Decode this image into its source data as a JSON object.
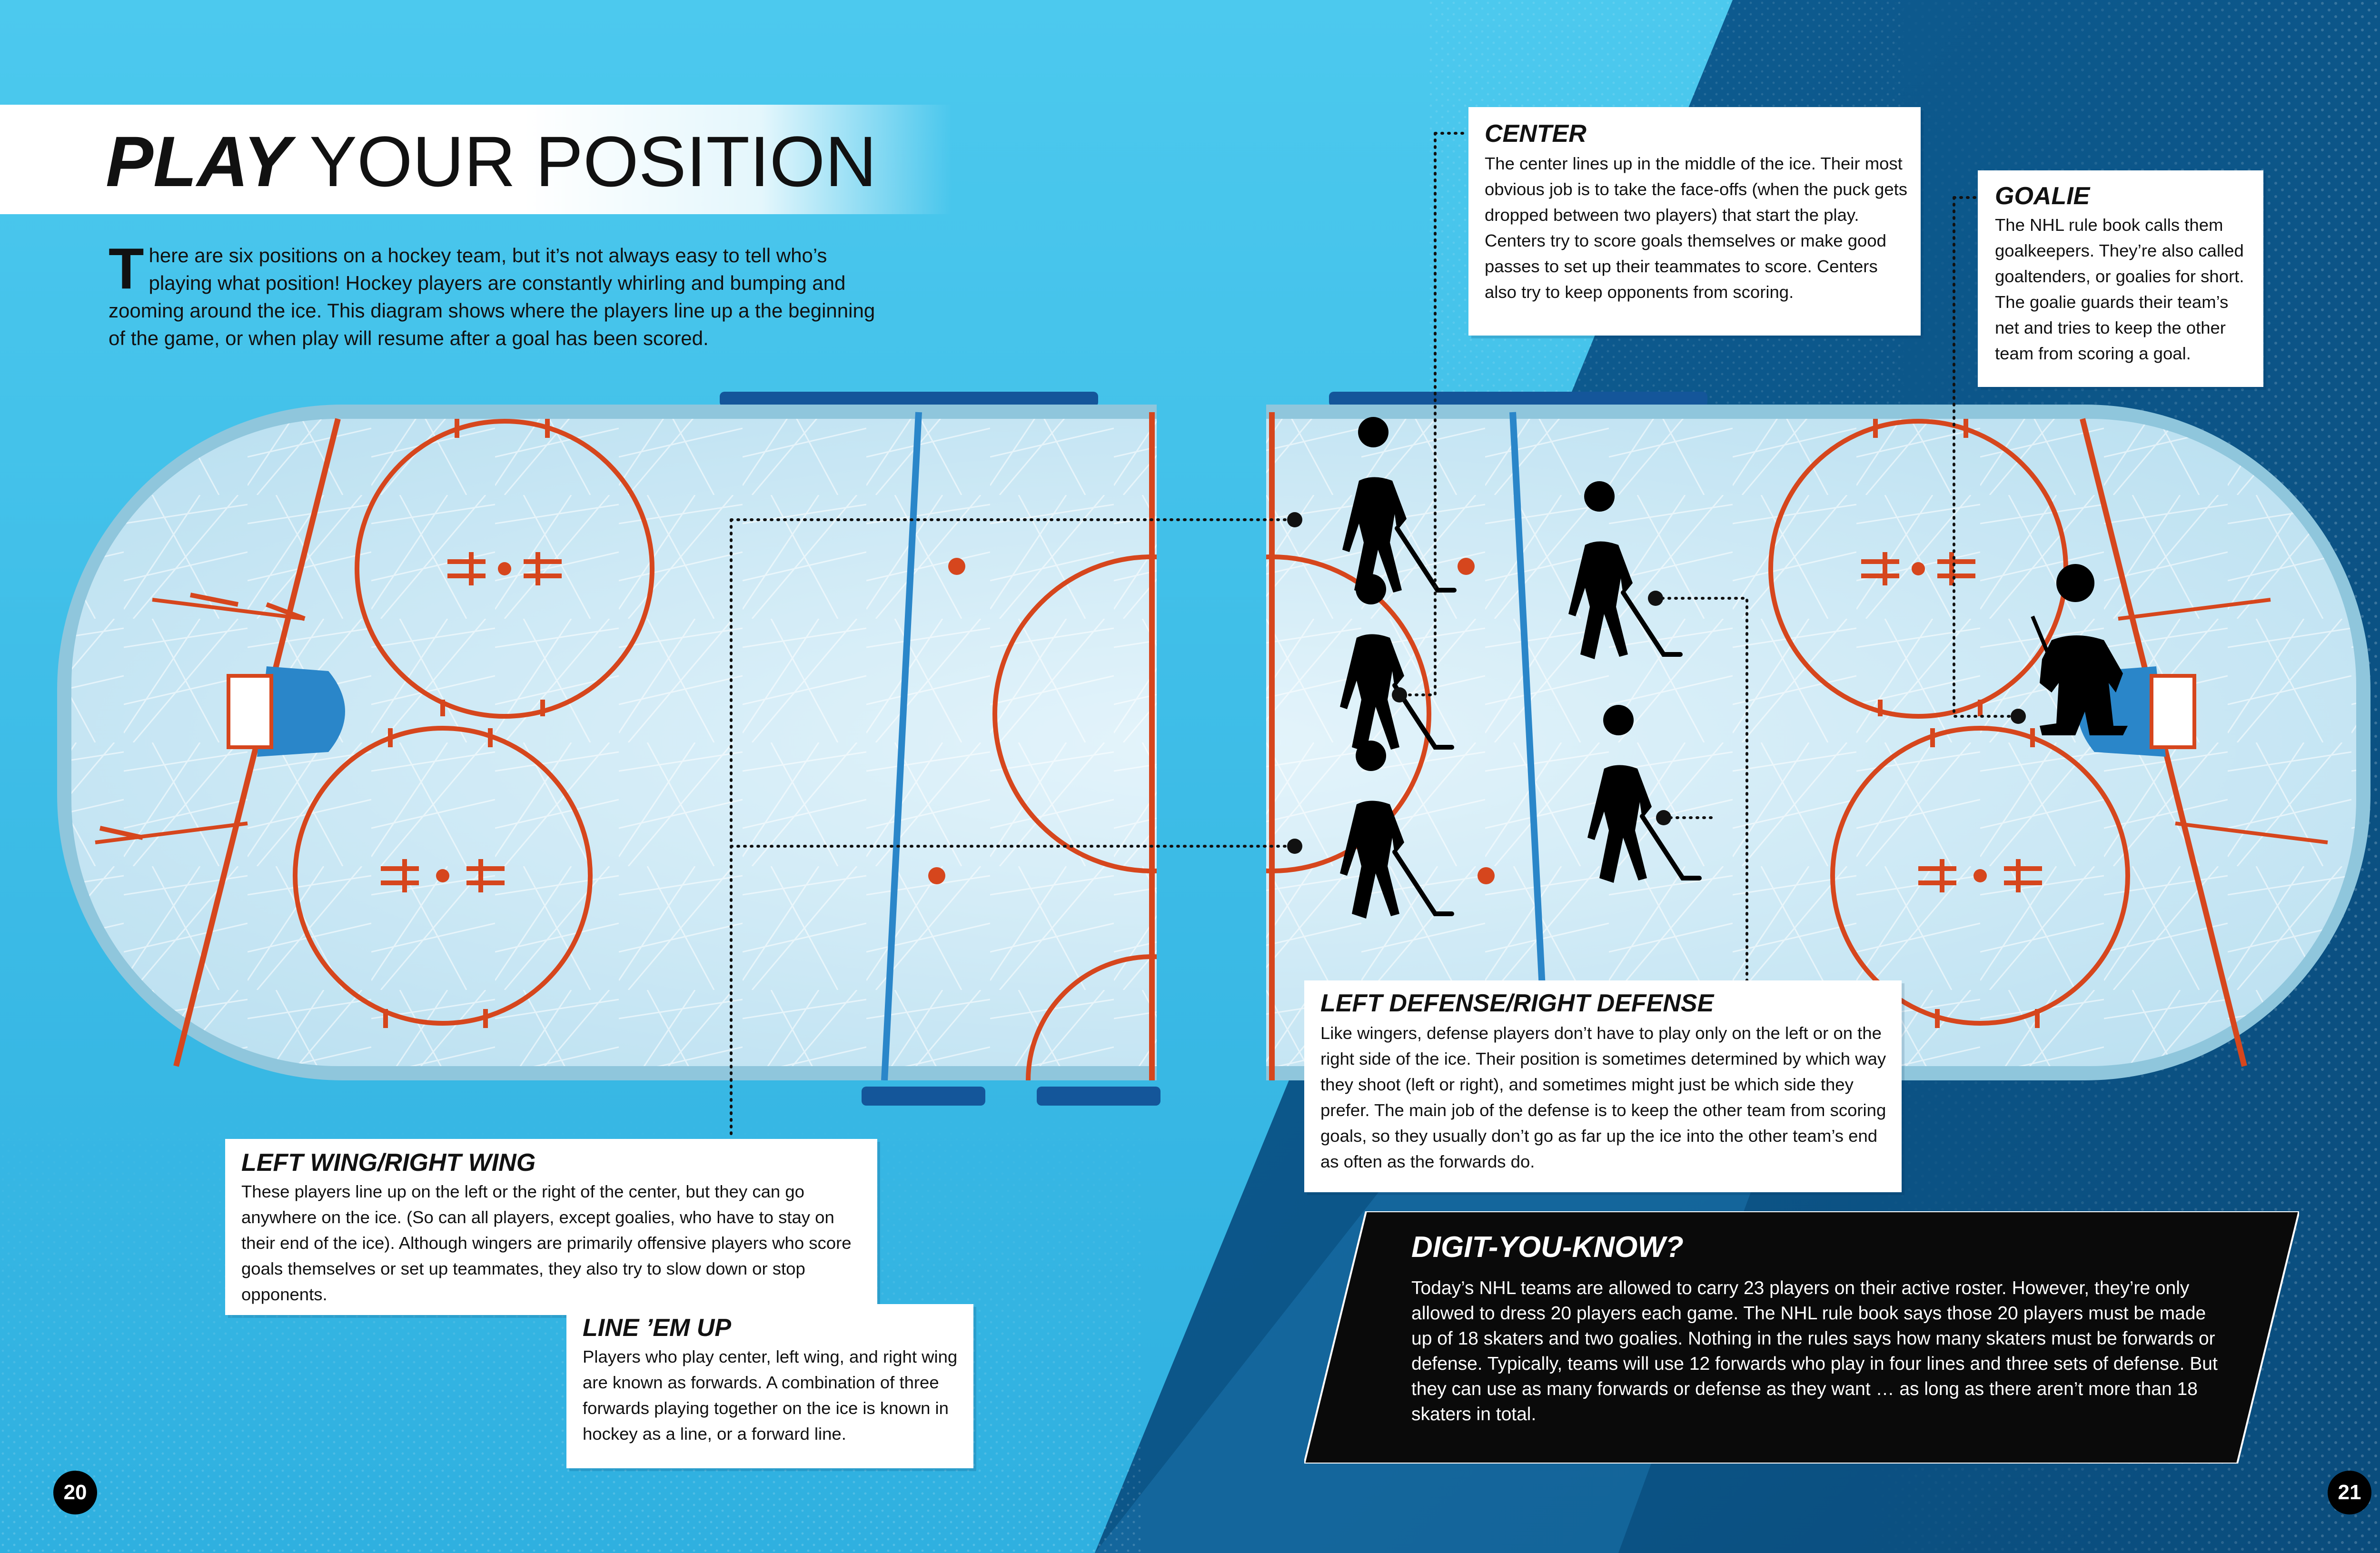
{
  "title": {
    "bold": "PLAY",
    "rest": " YOUR POSITION"
  },
  "intro": {
    "drop_cap": "T",
    "text": "here are six positions on a hockey team, but it’s not always easy to tell who’s playing what position! Hockey players are constantly whirling and bumping and zooming around the ice. This diagram shows where the players line up a the beginning of the game, or when play will resume after a goal has been scored."
  },
  "center": {
    "heading": "CENTER",
    "body": "The center lines up in the middle of the ice. Their most obvious job is to take the face-offs (when the puck gets dropped between two players) that start the play. Centers try to score goals themselves or make good passes to set up their teammates to score. Centers also try to keep opponents from scoring."
  },
  "goalie": {
    "heading": "GOALIE",
    "body": "The NHL rule book calls them goalkeepers. They’re also called goaltenders, or goalies for short. The goalie guards their team’s net and tries to keep the other team from scoring a goal."
  },
  "defense": {
    "heading": "LEFT DEFENSE/RIGHT DEFENSE",
    "body": "Like wingers, defense players don’t have to play only on the left or on the right side of the ice. Their position is sometimes determined by which way they shoot (left or right), and sometimes might just be which side they prefer. The main job of the defense is to keep the other team from scoring goals, so they usually don’t go as far up the ice into the other team’s end as often as the forwards do."
  },
  "wing": {
    "heading": "LEFT WING/RIGHT WING",
    "body": "These players line up on the left or the right of the center, but they can go anywhere on the ice. (So can all players, except goalies, who have to stay on their end of the ice). Although wingers are primarily offensive players who score goals themselves or set up teammates, they also try to slow down or stop opponents."
  },
  "lineup": {
    "heading": "LINE ’EM UP",
    "body": "Players who play center, left wing, and right wing are known as forwards. A combination of three forwards playing together on the ice is known in hockey as a line, or a forward line."
  },
  "digit": {
    "heading": "DIGIT-YOU-KNOW?",
    "body": "Today’s NHL teams are allowed to carry 23 players on their active roster. However, they’re only allowed to dress 20 players each game. The NHL rule book says those 20 players must be made up of 18 skaters and two goalies. Nothing in the rules says how many skaters must be forwards or defense. Typically, teams will use 12 forwards who play in four lines and three sets of defense. But they can use as many forwards or defense as they want … as long as there aren’t more than 18 skaters in total."
  },
  "page_left": "20",
  "page_right": "21",
  "colors": {
    "sky": "#46c3ea",
    "navy": "#0d5a8f",
    "ice": "#cfeaf6",
    "red_line": "#d6461d",
    "blue_line": "#2a86c9",
    "bench": "#14569a"
  }
}
